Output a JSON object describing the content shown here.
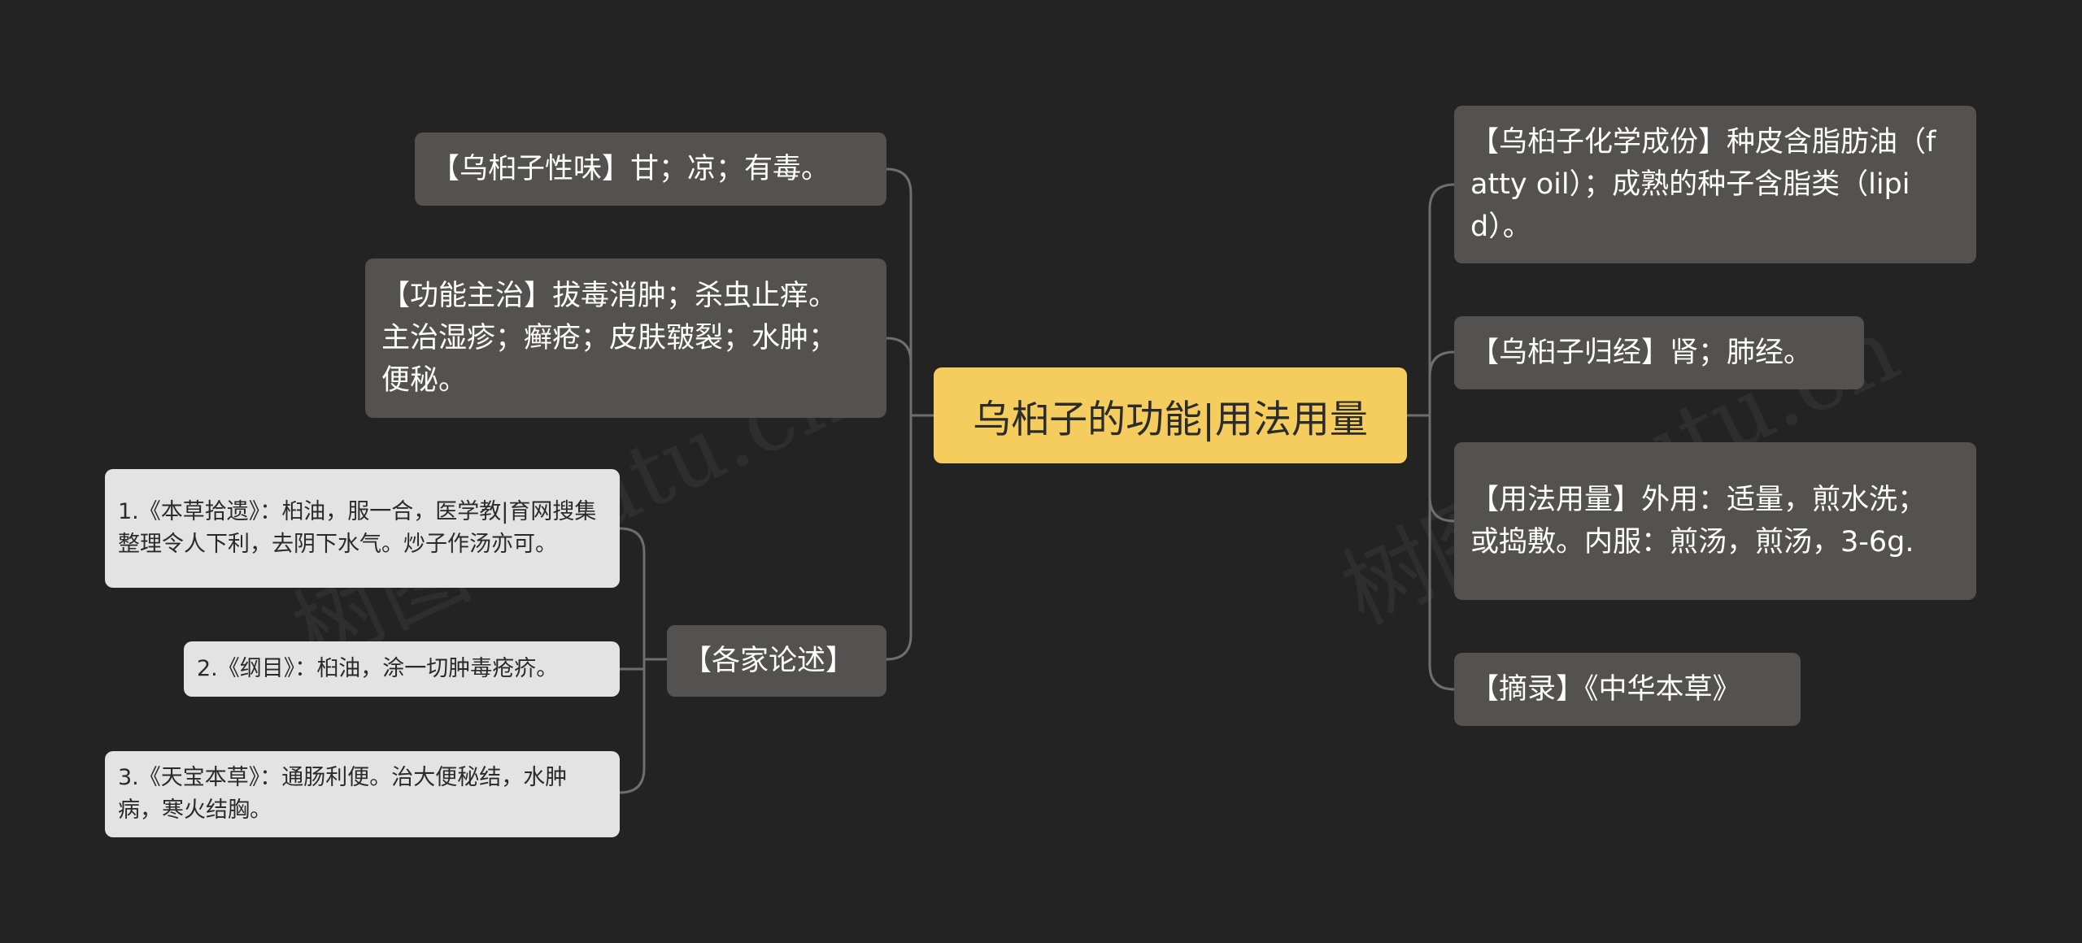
{
  "colors": {
    "background": "#232323",
    "center_fill": "#f5cd5f",
    "dark_node_fill": "#545250",
    "light_node_fill": "#e3e3e3",
    "connector": "#6e6e6e"
  },
  "center": {
    "title": "乌桕子的功能|用法用量"
  },
  "left": {
    "taste": "【乌桕子性味】甘；凉；有毒。",
    "function": "【功能主治】拔毒消肿；杀虫止痒。主治湿疹；癣疮；皮肤皲裂；水肿；便秘。",
    "opinions": {
      "label": "【各家论述】",
      "items": [
        "1.《本草拾遗》：桕油，服一合，医学教|育网搜集整理令人下利，去阴下水气。炒子作汤亦可。",
        "2.《纲目》：桕油，涂一切肿毒疮疥。",
        "3.《天宝本草》：通肠利便。治大便秘结，水肿病，寒火结胸。"
      ]
    }
  },
  "right": {
    "chemistry": "【乌桕子化学成份】种皮含脂肪油（fatty oil）；成熟的种子含脂类（lipid）。",
    "meridian": "【乌桕子归经】肾；肺经。",
    "usage": "【用法用量】外用：适量，煎水洗；或捣敷。内服：煎汤，煎汤，3-6g.",
    "source": "【摘录】《中华本草》"
  },
  "watermarks": [
    "树图 shutu.cn",
    "树图 shutu.cn"
  ]
}
